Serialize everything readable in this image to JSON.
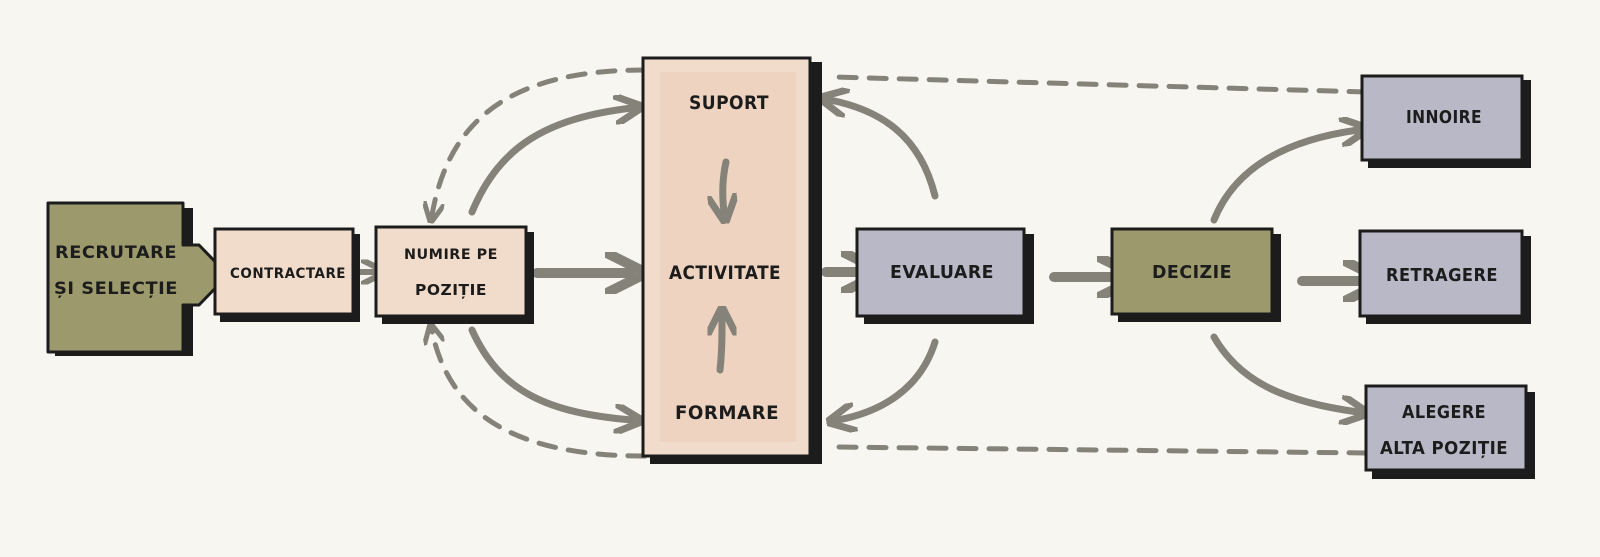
{
  "colors": {
    "background": "#f7f6f1",
    "olive": "#9c9a6c",
    "beige": "#f1dccb",
    "grey": "#b9b8c6",
    "arrow": "#858379",
    "outline": "#1c1c1c"
  },
  "nodes": {
    "recrutare": {
      "line1": "RECRUTARE",
      "line2": "ȘI SELECȚIE"
    },
    "contractare": {
      "label": "CONTRACTARE"
    },
    "numire": {
      "line1": "NUMIRE PE",
      "line2": "POZIȚIE"
    },
    "center": {
      "suport": "SUPORT",
      "activitate": "ACTIVITATE",
      "formare": "FORMARE"
    },
    "evaluare": {
      "label": "EVALUARE"
    },
    "decizie": {
      "label": "DECIZIE"
    },
    "innoire": {
      "label": "INNOIRE"
    },
    "retragere": {
      "label": "RETRAGERE"
    },
    "alegere": {
      "line1": "ALEGERE",
      "line2": "ALTA POZIȚIE"
    }
  }
}
